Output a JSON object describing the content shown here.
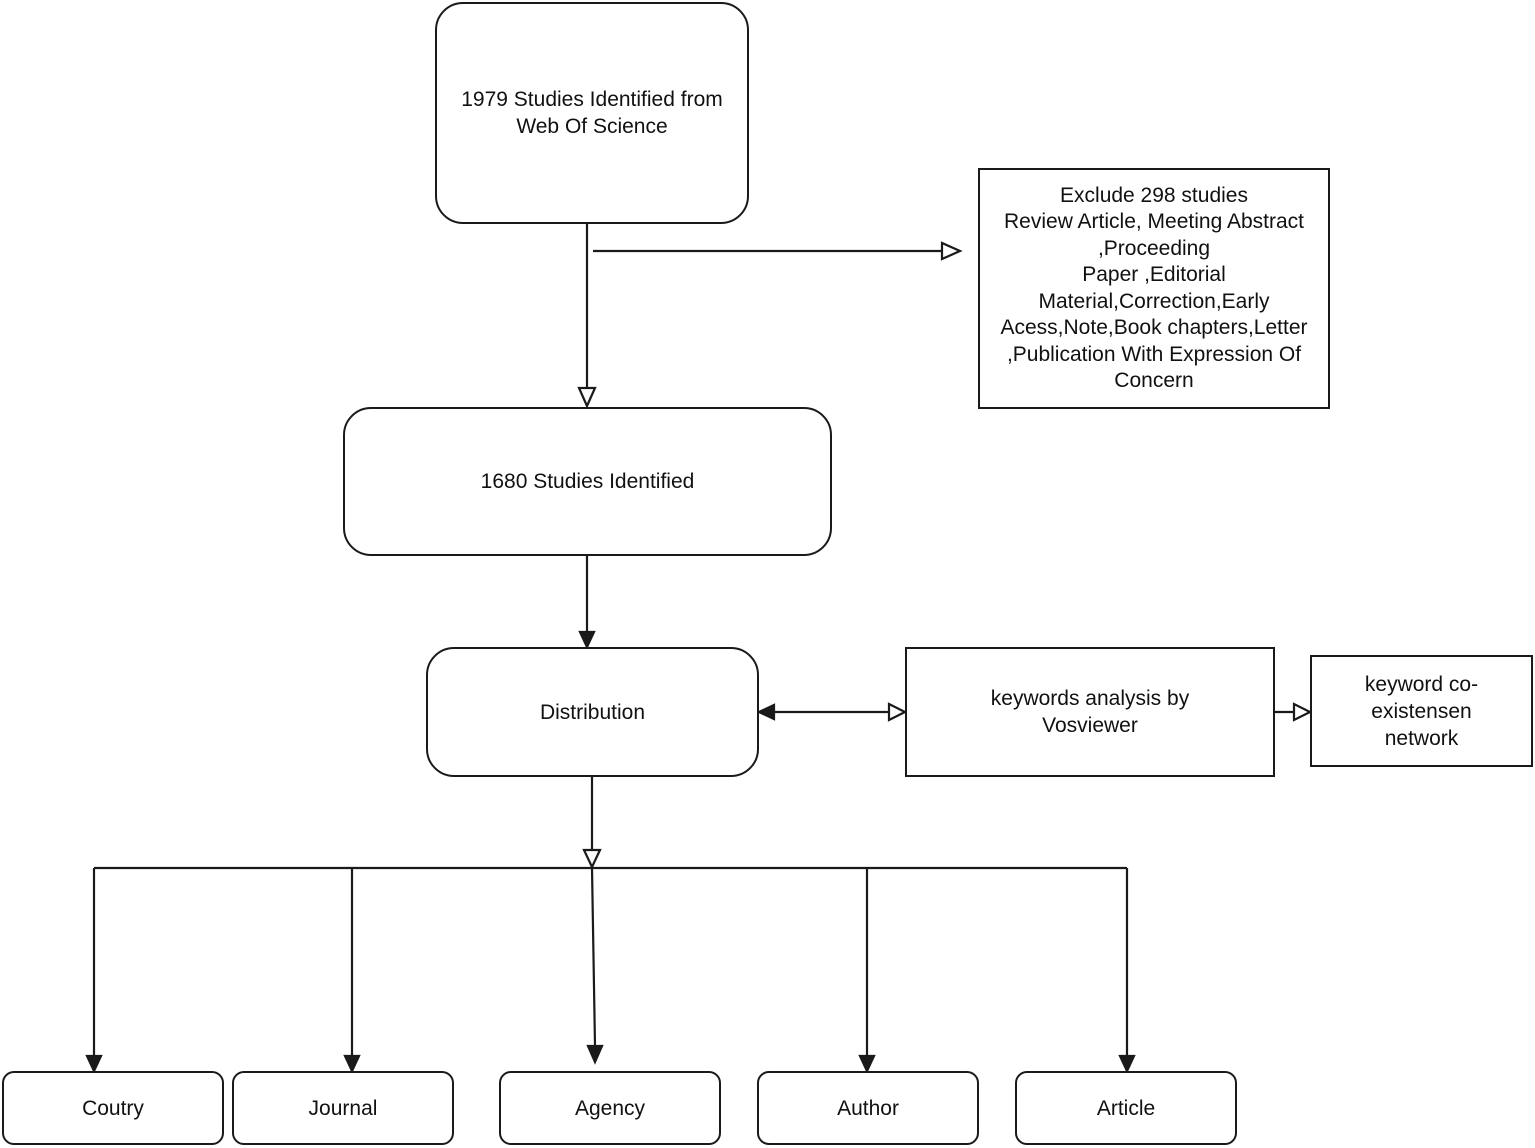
{
  "diagram": {
    "source": {
      "lines": [
        "1979 Studies Identified from",
        "Web Of Science"
      ]
    },
    "exclusion": {
      "lines": [
        "Exclude 298 studies",
        "Review Article, Meeting Abstract",
        ",Proceeding",
        "Paper ,Editorial",
        "Material,Correction,Early",
        "Acess,Note,Book chapters,Letter",
        ",Publication With Expression Of",
        "Concern"
      ]
    },
    "identified": {
      "label": "1680 Studies Identified"
    },
    "distribution": {
      "label": "Distribution"
    },
    "keywords_analysis": {
      "lines": [
        "keywords analysis by",
        "Vosviewer"
      ]
    },
    "keyword_network": {
      "lines": [
        "keyword co-",
        "existensen",
        "network"
      ]
    },
    "categories": [
      "Coutry",
      "Journal",
      "Agency",
      "Author",
      "Article"
    ]
  },
  "colors": {
    "stroke": "#1a1a1a",
    "background": "#ffffff",
    "text": "#111111"
  }
}
